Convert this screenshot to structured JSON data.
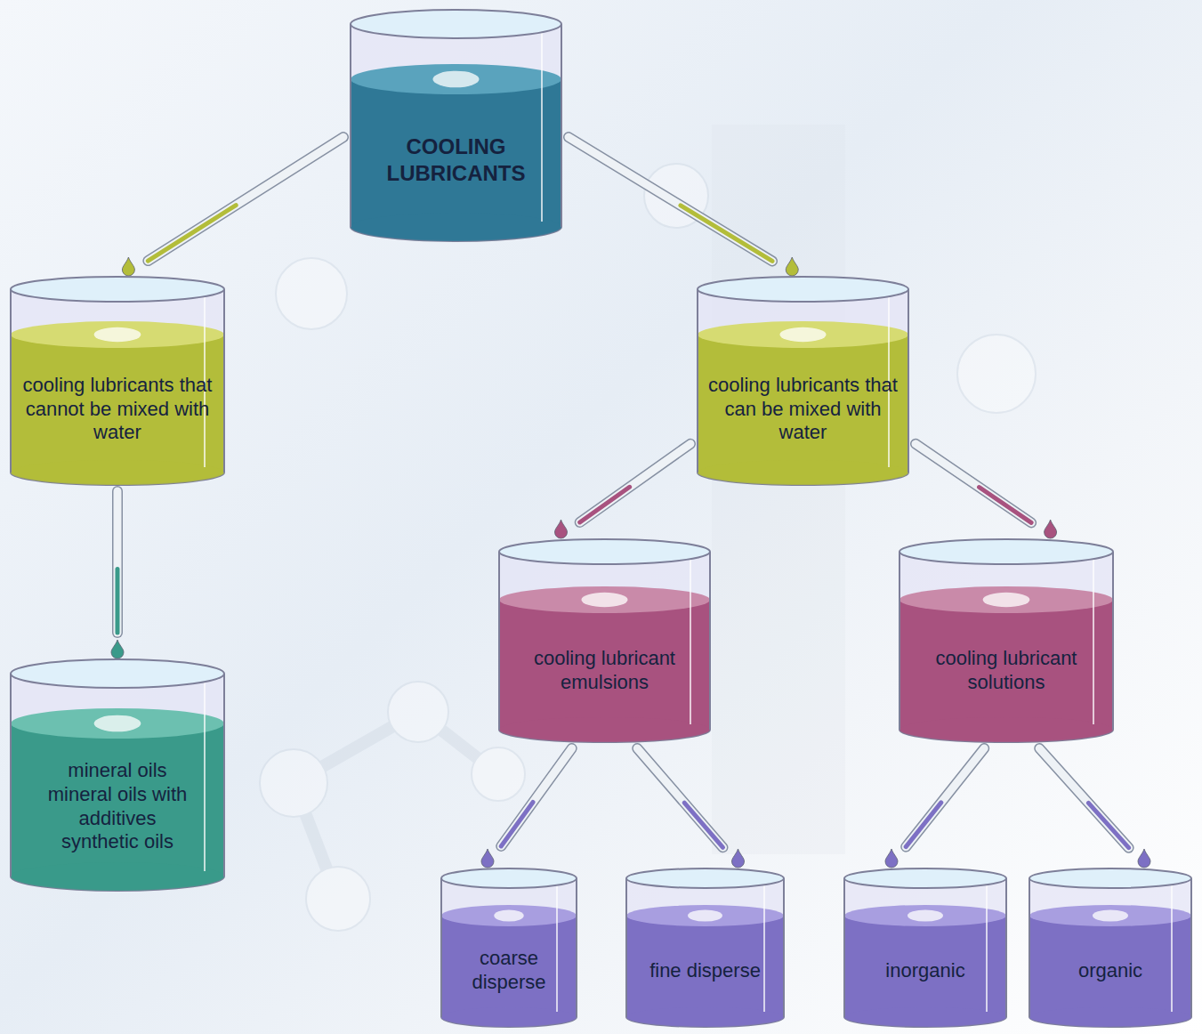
{
  "diagram": {
    "nodes": [
      {
        "text": [
          "COOLING LUBRICANTS"
        ]
      },
      {
        "text": [
          "cooling lubricants that cannot be mixed with water"
        ]
      },
      {
        "text": [
          "cooling lubricants that can be mixed with water"
        ]
      },
      {
        "text": [
          "cooling lubricant emulsions"
        ]
      },
      {
        "text": [
          "cooling lubricant solutions"
        ]
      },
      {
        "text": [
          "mineral oils",
          "mineral oils with additives",
          "synthetic oils"
        ]
      },
      {
        "text": [
          "coarse disperse"
        ]
      },
      {
        "text": [
          "fine disperse"
        ]
      },
      {
        "text": [
          "inorganic"
        ]
      },
      {
        "text": [
          "organic"
        ]
      }
    ],
    "edges": [
      {
        "from": 0,
        "to": 1,
        "arrow": "to"
      },
      {
        "from": 0,
        "to": 2,
        "arrow": "to"
      },
      {
        "from": 2,
        "to": 3,
        "arrow": "to"
      },
      {
        "from": 2,
        "to": 4,
        "arrow": "to"
      },
      {
        "from": 1,
        "to": 5,
        "arrow": "to"
      },
      {
        "from": 3,
        "to": 6,
        "arrow": "to"
      },
      {
        "from": 3,
        "to": 7,
        "arrow": "to"
      },
      {
        "from": 4,
        "to": 8,
        "arrow": "to"
      },
      {
        "from": 4,
        "to": 9,
        "arrow": "to"
      }
    ]
  }
}
